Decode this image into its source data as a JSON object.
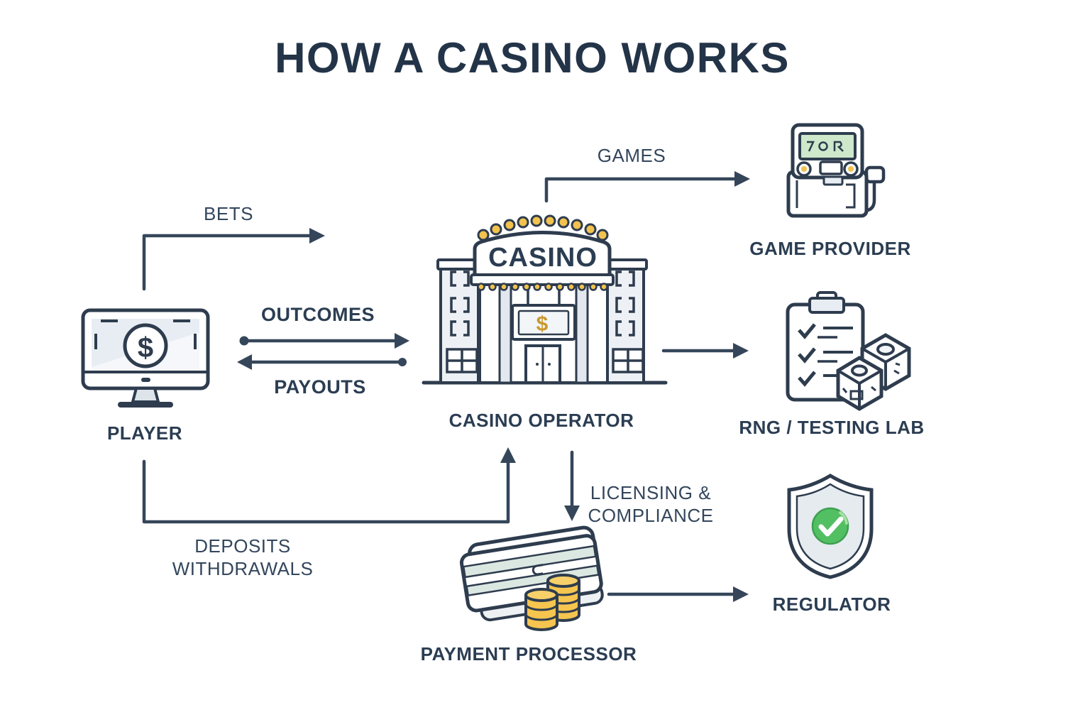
{
  "title": "HOW A CASINO WORKS",
  "colors": {
    "ink": "#2e4053",
    "icon_outline": "#2e3c4e",
    "arrow": "#35465a",
    "gold": "#f2c24e",
    "gold_light": "#f7d06a",
    "light_fill": "#e8edf3",
    "card_stripe": "#dbe7e1",
    "screen_green": "#cde8ca",
    "check_green": "#53bf63"
  },
  "icons": {
    "player": "monitor-dollar-icon",
    "casino_operator": "casino-building-icon",
    "game_provider": "slot-machine-icon",
    "rng_lab": "clipboard-dice-icon",
    "regulator": "shield-check-icon",
    "payment_processor": "cards-coins-icon"
  },
  "nodes": {
    "player": {
      "label": "PLAYER",
      "screen_symbol": "$"
    },
    "casino_operator": {
      "label": "CASINO OPERATOR",
      "sign_text": "CASINO",
      "display_symbol": "$"
    },
    "game_provider": {
      "label": "GAME PROVIDER"
    },
    "rng_lab": {
      "label": "RNG / TESTING LAB"
    },
    "regulator": {
      "label": "REGULATOR"
    },
    "payment_processor": {
      "label": "PAYMENT PROCESSOR"
    }
  },
  "flows": {
    "bets": {
      "label": "BETS"
    },
    "outcomes": {
      "label": "OUTCOMES"
    },
    "payouts": {
      "label": "PAYOUTS"
    },
    "games": {
      "label": "GAMES"
    },
    "licensing_compliance": {
      "line1": "LICENSING &",
      "line2": "COMPLIANCE"
    },
    "deposits_withdrawals": {
      "line1": "DEPOSITS",
      "line2": "WITHDRAWALS"
    }
  }
}
